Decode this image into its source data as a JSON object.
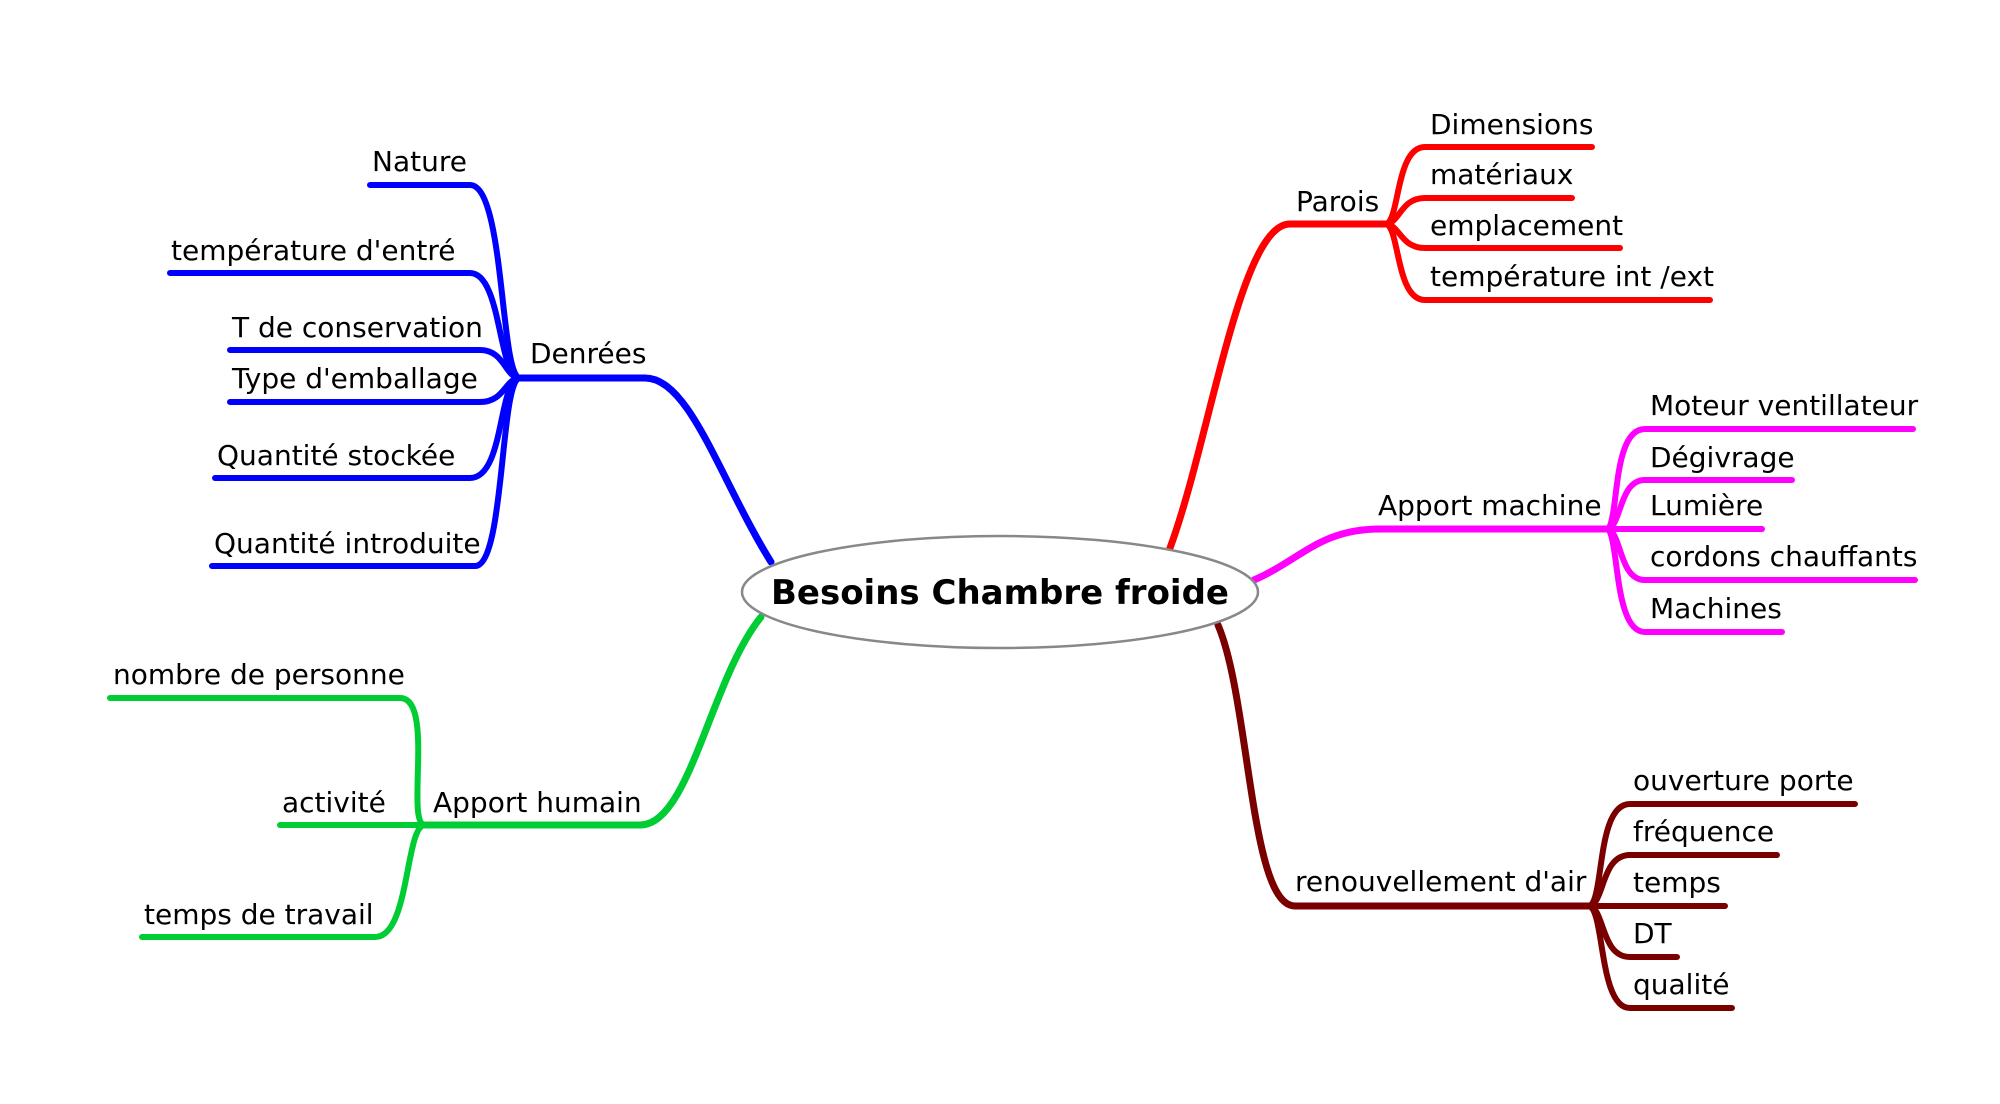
{
  "center": {
    "label": "Besoins Chambre froide"
  },
  "branches": [
    {
      "key": "denrees",
      "label": "Denrées",
      "color": "#0000ff",
      "children": [
        "Nature",
        "température d'entré",
        "T de conservation",
        "Type d'emballage",
        "Quantité stockée",
        "Quantité introduite"
      ]
    },
    {
      "key": "apport_humain",
      "label": "Apport humain",
      "color": "#00cc33",
      "children": [
        "nombre de personne",
        "activité",
        "temps de travail"
      ]
    },
    {
      "key": "parois",
      "label": "Parois",
      "color": "#ff0000",
      "children": [
        "Dimensions",
        "matériaux",
        "emplacement",
        "température int /ext"
      ]
    },
    {
      "key": "apport_machine",
      "label": "Apport machine",
      "color": "#ff00ff",
      "children": [
        "Moteur ventillateur",
        "Dégivrage",
        "Lumière",
        "cordons chauffants",
        "Machines"
      ]
    },
    {
      "key": "renouvellement",
      "label": "renouvellement d'air",
      "color": "#7a0000",
      "children": [
        "ouverture porte",
        "fréquence",
        "temps",
        "DT",
        "qualité"
      ]
    }
  ]
}
